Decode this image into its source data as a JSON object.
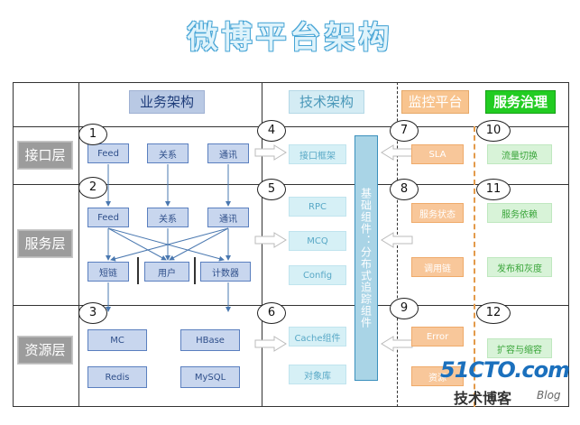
{
  "title": "微博平台架构",
  "headers": {
    "business": "业务架构",
    "tech": "技术架构",
    "monitor": "监控平台",
    "governance": "服务治理"
  },
  "layers": {
    "interface": "接口层",
    "service": "服务层",
    "resource": "资源层"
  },
  "business": {
    "row1": [
      "Feed",
      "关系",
      "通讯"
    ],
    "row2": [
      "Feed",
      "关系",
      "通讯"
    ],
    "row3": [
      "短链",
      "用户",
      "计数器"
    ],
    "resource": [
      "MC",
      "HBase",
      "Redis",
      "MySQL"
    ]
  },
  "tech": {
    "interface": "接口框架",
    "rpc": "RPC",
    "mcq": "MCQ",
    "config": "Config",
    "cache": "Cache组件",
    "objstore": "对象库",
    "vertical": "基础组件：分布式追踪组件"
  },
  "monitor": {
    "sla": "SLA",
    "status": "服务状态",
    "chain": "调用链",
    "error": "Error",
    "resource": "资源"
  },
  "governance": {
    "traffic": "流量切换",
    "deps": "服务依赖",
    "deploy": "发布和灰度",
    "scale": "扩容与缩容"
  },
  "numbers": [
    "1",
    "2",
    "3",
    "4",
    "5",
    "6",
    "7",
    "8",
    "9",
    "10",
    "11",
    "12"
  ],
  "watermark": {
    "site": "51CTO.com",
    "sub": "技术博客",
    "blog": "Blog"
  },
  "colors": {
    "business_box": "#c8d6ee",
    "tech_box": "#d6f0f6",
    "monitor_box": "#f8c79a",
    "governance_box": "#d8f3d8",
    "governance_header": "#22cc22"
  },
  "icons": [
    "hollow-right-arrow-icon",
    "hollow-left-arrow-icon"
  ]
}
